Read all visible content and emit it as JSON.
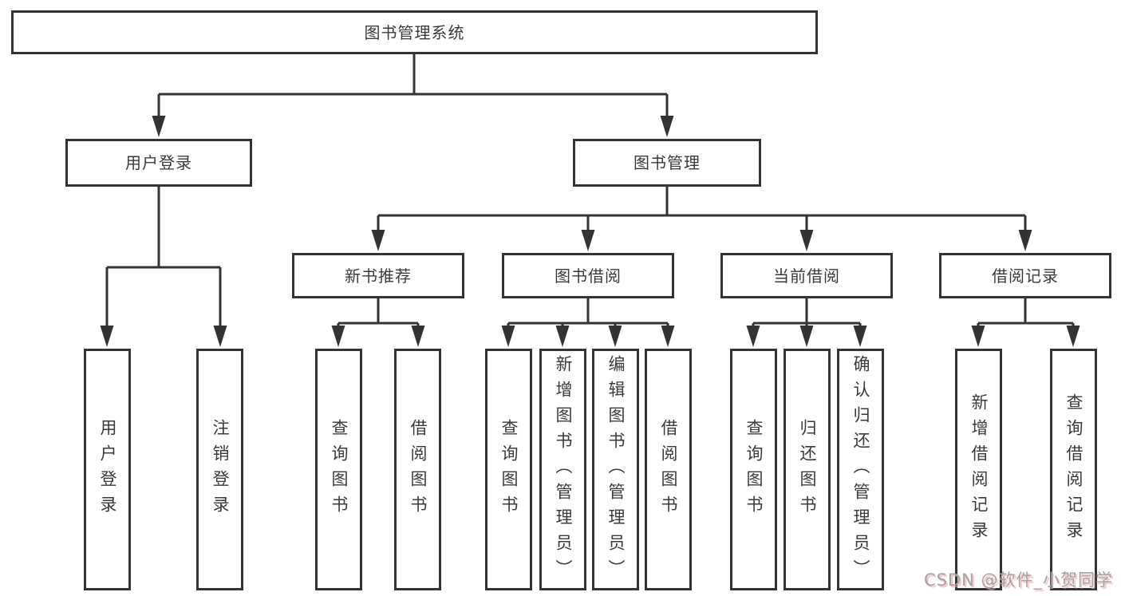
{
  "root": {
    "label": "图书管理系统"
  },
  "level2": [
    {
      "label": "用户登录"
    },
    {
      "label": "图书管理"
    }
  ],
  "level3": [
    {
      "label": "新书推荐"
    },
    {
      "label": "图书借阅"
    },
    {
      "label": "当前借阅"
    },
    {
      "label": "借阅记录"
    }
  ],
  "leaves": {
    "user_login": [
      {
        "label": "用户登录"
      },
      {
        "label": "注销登录"
      }
    ],
    "new_book_rec": [
      {
        "label": "查询图书"
      },
      {
        "label": "借阅图书"
      }
    ],
    "book_borrow": [
      {
        "label": "查询图书"
      },
      {
        "label": "新增图书（管理员）"
      },
      {
        "label": "编辑图书（管理员）"
      },
      {
        "label": "借阅图书"
      }
    ],
    "current_borrow": [
      {
        "label": "查询图书"
      },
      {
        "label": "归还图书"
      },
      {
        "label": "确认归还（管理员）"
      }
    ],
    "borrow_record": [
      {
        "label": "新增借阅记录"
      },
      {
        "label": "查询借阅记录"
      }
    ]
  },
  "watermark": {
    "text": "CSDN @软件_小贺同学"
  },
  "colors": {
    "line": "#333333",
    "text": "#3a3a3a",
    "background": "#ffffff",
    "watermark_text": "#a3a3a3",
    "watermark_shadow": "#f2aab4"
  }
}
